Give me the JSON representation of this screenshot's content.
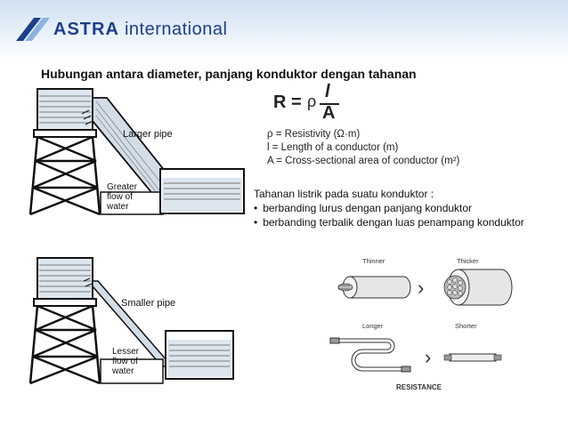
{
  "brand": {
    "bold": "ASTRA",
    "rest": " international"
  },
  "title": "Hubungan antara diameter, panjang konduktor dengan tahanan",
  "formula": {
    "lhs": "R =",
    "rho": "ρ",
    "numerator": "l",
    "denominator": "A"
  },
  "legend": [
    "ρ = Resistivity (Ω·m)",
    "l = Length of a conductor (m)",
    "A = Cross-sectional area of conductor (m²)"
  ],
  "note": {
    "heading": "Tahanan listrik pada suatu konduktor :",
    "bullets": [
      "berbanding lurus dengan panjang konduktor",
      "berbanding terbalik dengan luas penampang konduktor"
    ]
  },
  "figure_top": {
    "pipe_label": "Larger pipe",
    "flow_line1": "Greater",
    "flow_line2": "flow of",
    "flow_line3": "water"
  },
  "figure_bottom": {
    "pipe_label": "Smaller pipe",
    "flow_line1": "Lesser",
    "flow_line2": "flow of",
    "flow_line3": "water"
  },
  "wires": {
    "thinner": "Thinner",
    "thicker": "Thicker",
    "longer": "Longer",
    "shorter": "Shorter",
    "caption": "RESISTANCE"
  }
}
